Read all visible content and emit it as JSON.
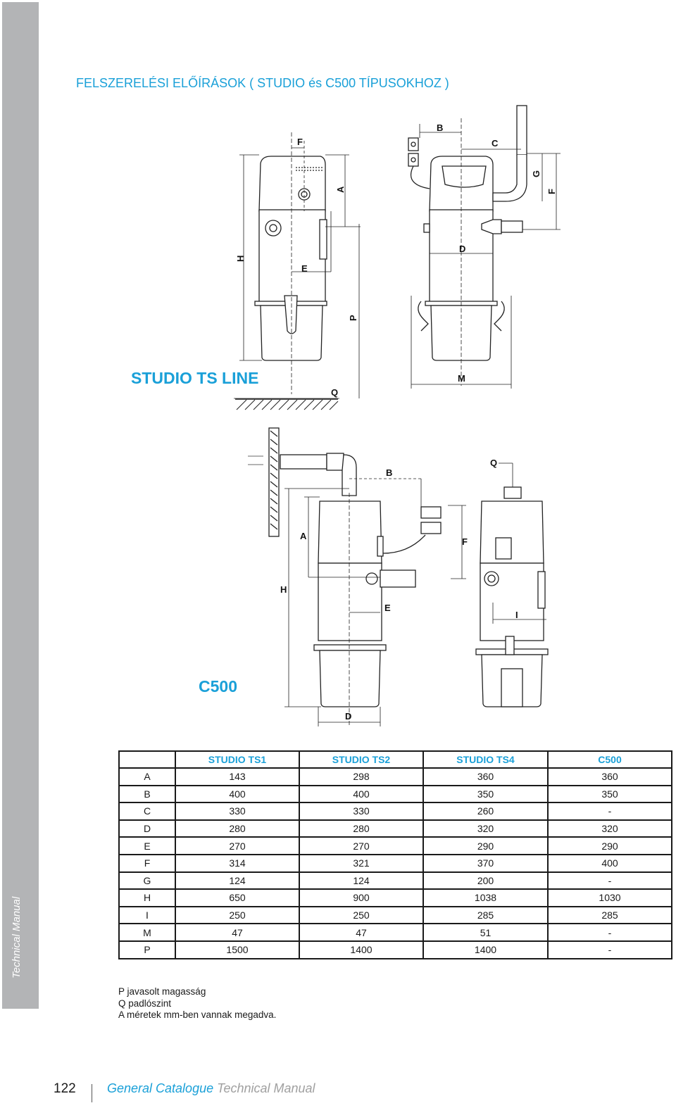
{
  "sidebar": {
    "text": "Technical Manual"
  },
  "page": {
    "title": "FELSZERELÉSI ELŐÍRÁSOK ( STUDIO és C500 TÍPUSOKHOZ )",
    "section_ts": "STUDIO TS LINE",
    "section_c500": "C500"
  },
  "dimension_labels": {
    "top_left": {
      "F": "F",
      "A": "A",
      "H": "H",
      "E": "E",
      "P": "P",
      "Q": "Q"
    },
    "top_right": {
      "B": "B",
      "C": "C",
      "G": "G",
      "F": "F",
      "D": "D",
      "M": "M"
    },
    "bottom": {
      "B": "B",
      "Q": "Q",
      "A": "A",
      "F": "F",
      "H": "H",
      "E": "E",
      "I": "I",
      "D": "D"
    }
  },
  "table": {
    "headers": [
      "",
      "STUDIO TS1",
      "STUDIO TS2",
      "STUDIO TS4",
      "C500"
    ],
    "rows": [
      [
        "A",
        "143",
        "298",
        "360",
        "360"
      ],
      [
        "B",
        "400",
        "400",
        "350",
        "350"
      ],
      [
        "C",
        "330",
        "330",
        "260",
        "-"
      ],
      [
        "D",
        "280",
        "280",
        "320",
        "320"
      ],
      [
        "E",
        "270",
        "270",
        "290",
        "290"
      ],
      [
        "F",
        "314",
        "321",
        "370",
        "400"
      ],
      [
        "G",
        "124",
        "124",
        "200",
        "-"
      ],
      [
        "H",
        "650",
        "900",
        "1038",
        "1030"
      ],
      [
        "I",
        "250",
        "250",
        "285",
        "285"
      ],
      [
        "M",
        "47",
        "47",
        "51",
        "-"
      ],
      [
        "P",
        "1500",
        "1400",
        "1400",
        "-"
      ]
    ]
  },
  "notes": [
    "P javasolt magasság",
    "Q padlószint",
    "A méretek mm-ben vannak megadva."
  ],
  "footer": {
    "page_number": "122",
    "catalogue": "General Catalogue",
    "manual": "Technical Manual"
  },
  "colors": {
    "accent": "#1aa0d8",
    "sidebar": "#b3b4b6"
  }
}
